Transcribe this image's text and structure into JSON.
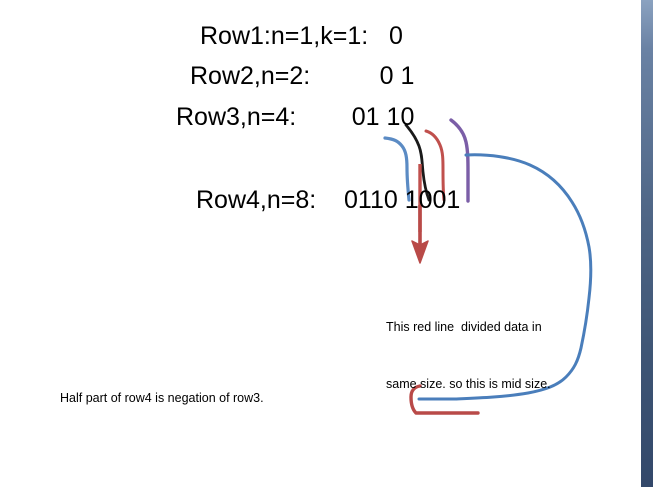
{
  "slide": {
    "background_color": "#ffffff",
    "right_strip_color": "#4e6585"
  },
  "rows": [
    {
      "id": "row1",
      "label": "Row1:n=1,k=1:",
      "gap": "  ",
      "bits": "0"
    },
    {
      "id": "row2",
      "label": "Row2,n=2:",
      "gap": "         ",
      "bits": "0 1"
    },
    {
      "id": "row3",
      "label": "Row3,n=4:",
      "gap": "       ",
      "bits": "01 10"
    },
    {
      "id": "row4",
      "label": "Row4,n=8:",
      "gap": "   ",
      "bits": "0110 1001"
    }
  ],
  "row_texts": {
    "row1": "Row1:n=1,k=1:   0",
    "row2": "Row2,n=2:          0 1",
    "row3": "Row3,n=4:        01 10",
    "row4": "Row4,n=8:    0110 1001"
  },
  "annotations": {
    "red_line_note_line1": "This red line  divided data in",
    "red_line_note_line2": "same size. so this is mid size.",
    "half_part_note": "Half part of row4 is negation of row3."
  },
  "ink": {
    "blue_connector_color": "#5b8bc4",
    "black_connector_color": "#1a1a1a",
    "salmon_connector_color": "#c0504d",
    "purple_connector_color": "#7b5ea7",
    "red_divider_color": "#c0504d",
    "red_arrow_color": "#c0504d",
    "big_blue_loop_color": "#4a7ebb",
    "red_hook_color": "#b94a48"
  },
  "icon_names": {
    "red_arrow": "down-arrow-icon",
    "red_divider": "vertical-divider-icon",
    "blue_loop": "loop-callout-icon",
    "red_hook": "bracket-hook-icon"
  }
}
